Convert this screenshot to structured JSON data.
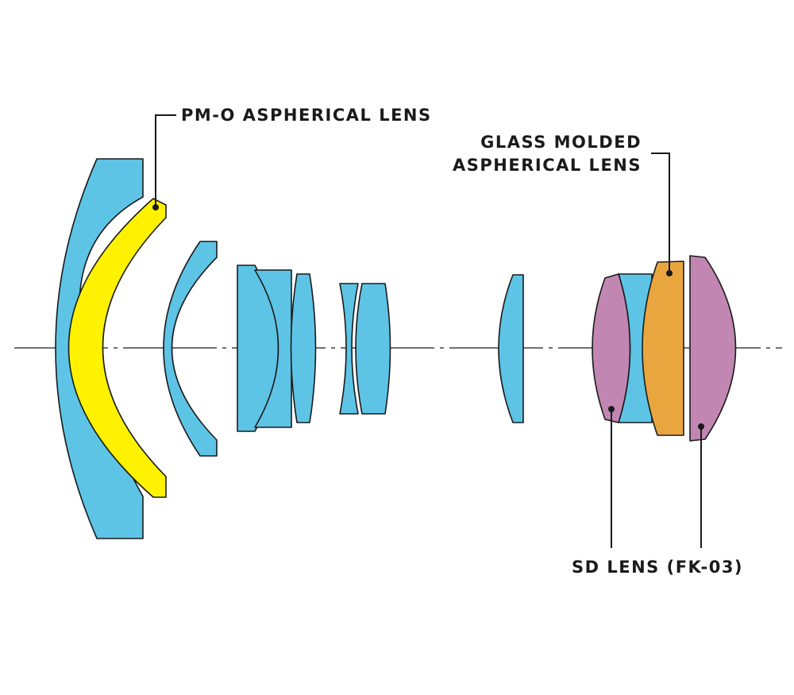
{
  "colors": {
    "standard_glass": "#5ec4e6",
    "pm_o_aspherical": "#fff200",
    "glass_molded_aspherical": "#e9a63f",
    "sd_lens": "#c187b2",
    "outline": "#1a1a1a"
  },
  "labels": {
    "pm_o_aspherical": "PM-O ASPHERICAL LENS",
    "glass_molded_line1": "GLASS MOLDED",
    "glass_molded_line2": "ASPHERICAL LENS",
    "sd_lens": "SD LENS (FK-03)"
  }
}
